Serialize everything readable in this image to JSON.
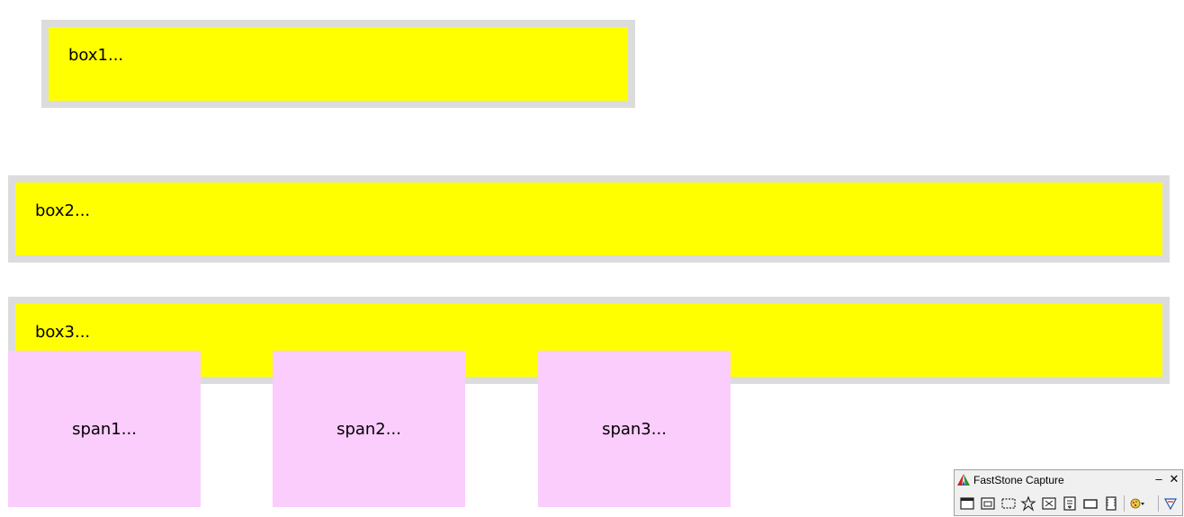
{
  "boxes": {
    "box1": "box1...",
    "box2": "box2...",
    "box3": "box3..."
  },
  "spans": {
    "span1": "span1...",
    "span2": "span2...",
    "span3": "span3..."
  },
  "faststone": {
    "title": "FastStone Capture",
    "minimize": "–",
    "close": "✕",
    "icons": [
      "capture-active-window-icon",
      "capture-window-object-icon",
      "capture-rectangular-region-icon",
      "capture-freehand-region-icon",
      "capture-full-screen-icon",
      "capture-scrolling-window-icon",
      "capture-fixed-region-icon",
      "screen-recorder-icon",
      "output-options-icon",
      "settings-menu-icon"
    ]
  },
  "colors": {
    "box_fill": "#ffff00",
    "box_border": "#dcdcdc",
    "span_fill": "#fbcdfc"
  }
}
